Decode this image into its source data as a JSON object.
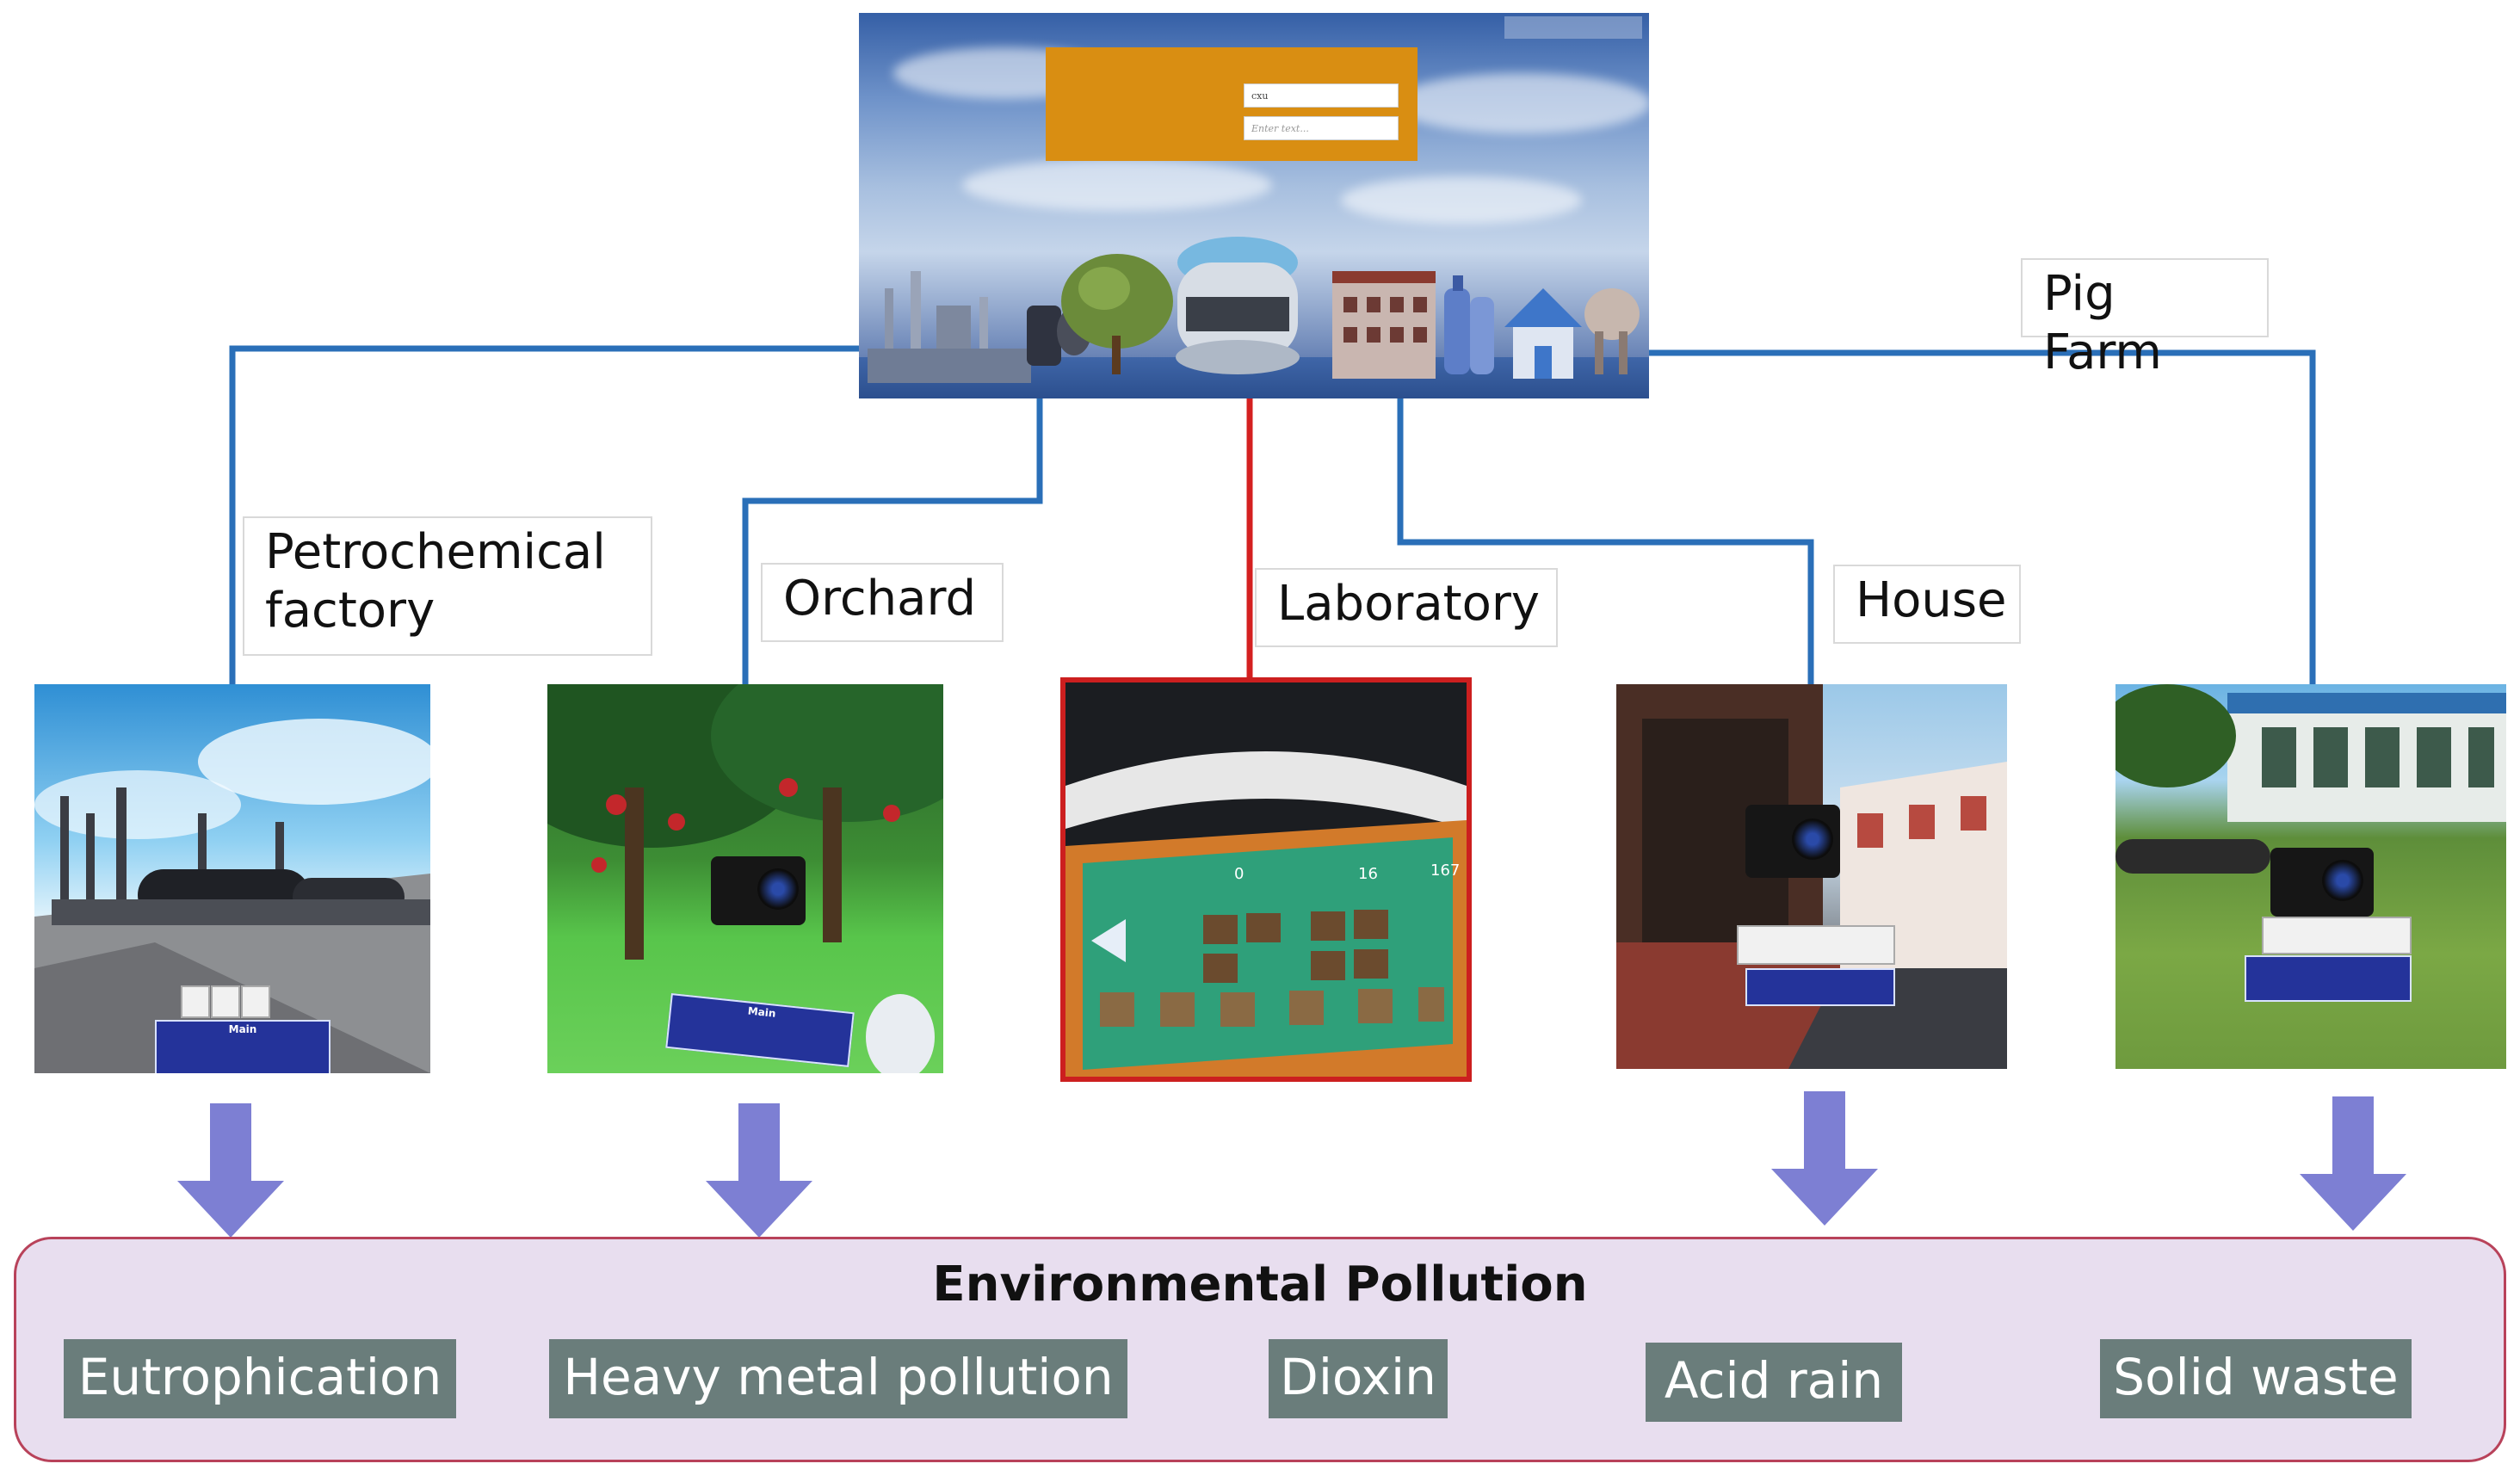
{
  "diagram": {
    "hub": {
      "login_field_1": "cxu",
      "login_field_2_placeholder": "Enter text..."
    },
    "scene_labels": {
      "petrochemical": "Petrochemical\nfactory",
      "orchard": "Orchard",
      "laboratory": "Laboratory",
      "house": "House",
      "pig_farm": "Pig Farm"
    },
    "group_title": "Environmental Pollution",
    "pollution_types": [
      "Eutrophication",
      "Heavy metal pollution",
      "Dioxin",
      "Acid rain",
      "Solid waste"
    ],
    "scene_ui": {
      "menu_main_1": "Main",
      "menu_main_2": "Main",
      "lab_counter_1": "0",
      "lab_counter_2": "16",
      "lab_counter_3": "167"
    }
  },
  "colors": {
    "connector_blue": "#2a6fb8",
    "connector_red": "#d42020",
    "arrow_purple": "#7d7fd3",
    "tag_fill": "#6a7d7b",
    "group_fill": "#e8deef",
    "group_border": "#b8425a",
    "highlight_border": "#cc1f1f"
  },
  "icons": [
    "down-arrow-icon"
  ]
}
